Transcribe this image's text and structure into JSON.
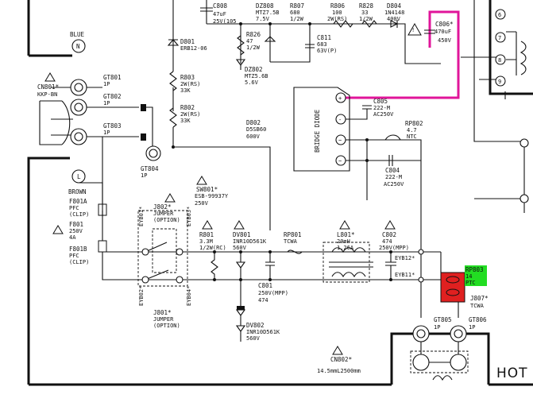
{
  "colors": {
    "line": "#111111",
    "hot_trace": "#111111",
    "pink_trace": "#e0159a",
    "rp803_fill": "#e02020",
    "rp803_label_bg": "#22dd22"
  },
  "labels": {
    "c808": [
      "C808",
      "47uF",
      "25V(105"
    ],
    "dz808": [
      "DZ808",
      "MTZ7.5B",
      "7.5V"
    ],
    "r807": [
      "R807",
      "680",
      "1/2W"
    ],
    "r806": [
      "R806",
      "100",
      "2W(RS)"
    ],
    "r828": [
      "R828",
      "33",
      "1/2W"
    ],
    "d804": [
      "D804",
      "1N4148",
      "400V"
    ],
    "c806": [
      "C806*",
      "470uF",
      "450V"
    ],
    "d801": [
      "D801",
      "ERB12-06"
    ],
    "r826": [
      "R826",
      "47",
      "1/2W"
    ],
    "c811": [
      "C811",
      "683",
      "63V(P)"
    ],
    "dz802": [
      "DZ802",
      "MTZ5.6B",
      "5.6V"
    ],
    "r803": [
      "R803",
      "2W(RS)",
      "33K"
    ],
    "r802": [
      "R802",
      "2W(RS)",
      "33K"
    ],
    "blue": "BLUE",
    "blue_n": "N",
    "cn801": [
      "CN801*",
      "KKP-BN"
    ],
    "gt801": [
      "GT801",
      "1P"
    ],
    "gt802": [
      "GT802",
      "1P"
    ],
    "gt803": [
      "GT803",
      "1P"
    ],
    "gt804": [
      "GT804",
      "1P"
    ],
    "d802": [
      "D802",
      "D5SB60",
      "600V"
    ],
    "bridge_diode": "BRIDGE DIODE",
    "bd_plus": "+",
    "bd_minus": "-",
    "bd_ac": "~",
    "c805": [
      "C805",
      "222-M",
      "AC250V"
    ],
    "rp802": [
      "RP802",
      "4.7",
      "NTC"
    ],
    "c804": [
      "C804",
      "222-M",
      "AC250V"
    ],
    "brown": "BROWN",
    "brown_l": "L",
    "f801a": [
      "F801A",
      "PFC",
      "(CLIP)"
    ],
    "f801": [
      "F801",
      "250V",
      "4A"
    ],
    "f801b": [
      "F801B",
      "PFC",
      "(CLIP)"
    ],
    "j802": [
      "J802*",
      "JUMPER",
      "(OPTION)"
    ],
    "sw801": [
      "SW801*",
      "ESB-99937Y",
      "250V"
    ],
    "eyb01": "EYB01*",
    "eyb02": "EYB02*",
    "eyb03": "EYB03*",
    "eyb04": "EYB04*",
    "r801": [
      "R801",
      "3.3M",
      "1/2W(RC)"
    ],
    "dv801": [
      "DV801",
      "INR10D561K",
      "560V"
    ],
    "rp801": [
      "RP801",
      "TCWA"
    ],
    "l801": [
      "L801*",
      "20mH",
      "1.26A"
    ],
    "c802": [
      "C802",
      "474",
      "250V(MPP)"
    ],
    "eyb12": "EYB12*",
    "eyb11": "EYB11*",
    "rp803": [
      "RP803",
      "14",
      "PTC"
    ],
    "c801": [
      "C801",
      "250V(MPP)",
      "474"
    ],
    "j801": [
      "J801*",
      "JUMPER",
      "(OPTION)"
    ],
    "dv802": [
      "DV802",
      "INR10D561K",
      "560V"
    ],
    "j807": [
      "J807*",
      "TCWA"
    ],
    "gt805": [
      "GT805",
      "1P"
    ],
    "gt806": [
      "GT806",
      "1P"
    ],
    "cn802": [
      "CN802*",
      "14.5mmL2500mm"
    ],
    "hot": "HOT",
    "pins": [
      "6",
      "7",
      "8",
      "9"
    ],
    "warning_glyph": "!"
  }
}
